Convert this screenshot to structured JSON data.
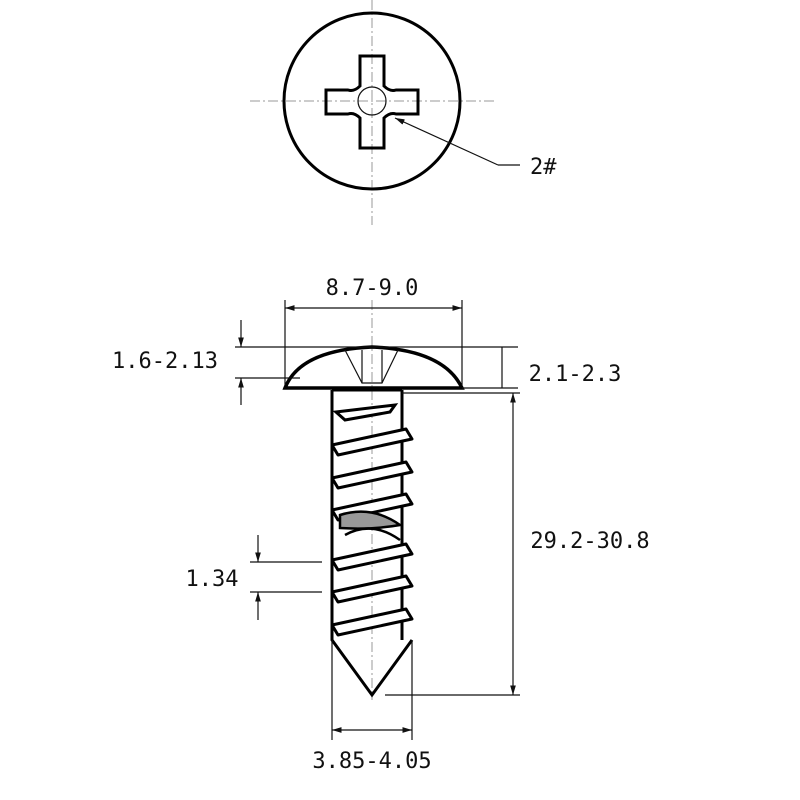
{
  "drawing": {
    "recess_size_label": "2#",
    "head_diameter": "8.7-9.0",
    "head_height": "1.6-2.13",
    "head_thickness": "2.1-2.3",
    "length": "29.2-30.8",
    "thread_pitch": "1.34",
    "thread_diameter": "3.85-4.05"
  }
}
